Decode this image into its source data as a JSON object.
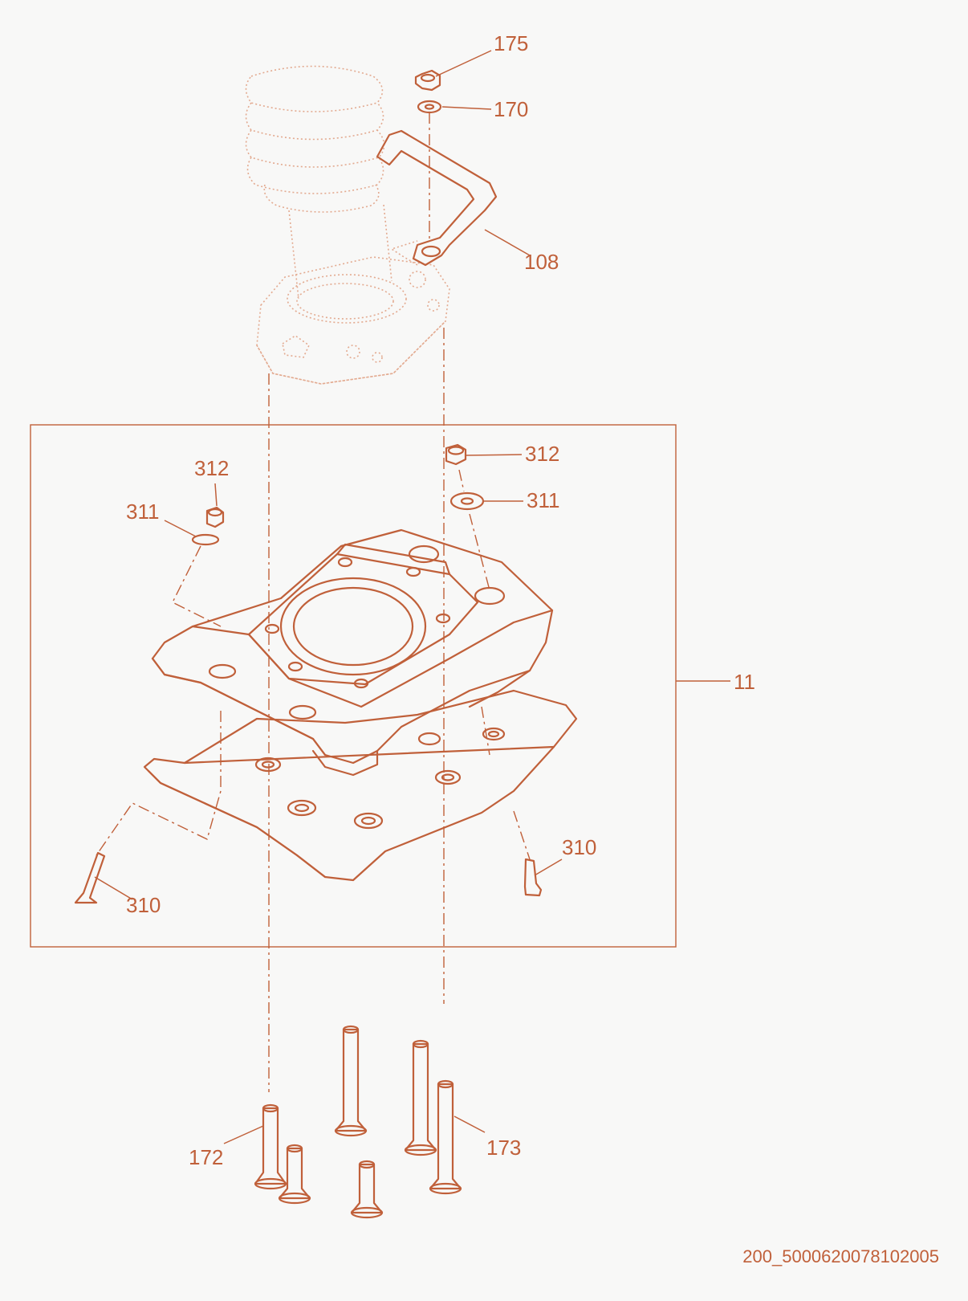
{
  "colors": {
    "accent": "#c0603a",
    "ghost": "#e3aa90",
    "background": "#f8f8f7"
  },
  "callouts": {
    "p175": "175",
    "p170": "170",
    "p108": "108",
    "p312_left": "312",
    "p311_left": "311",
    "p312_right": "312",
    "p311_right": "311",
    "p11": "11",
    "p310_left": "310",
    "p310_right": "310",
    "p172": "172",
    "p173": "173"
  },
  "drawing_code": "200_5000620078102005"
}
